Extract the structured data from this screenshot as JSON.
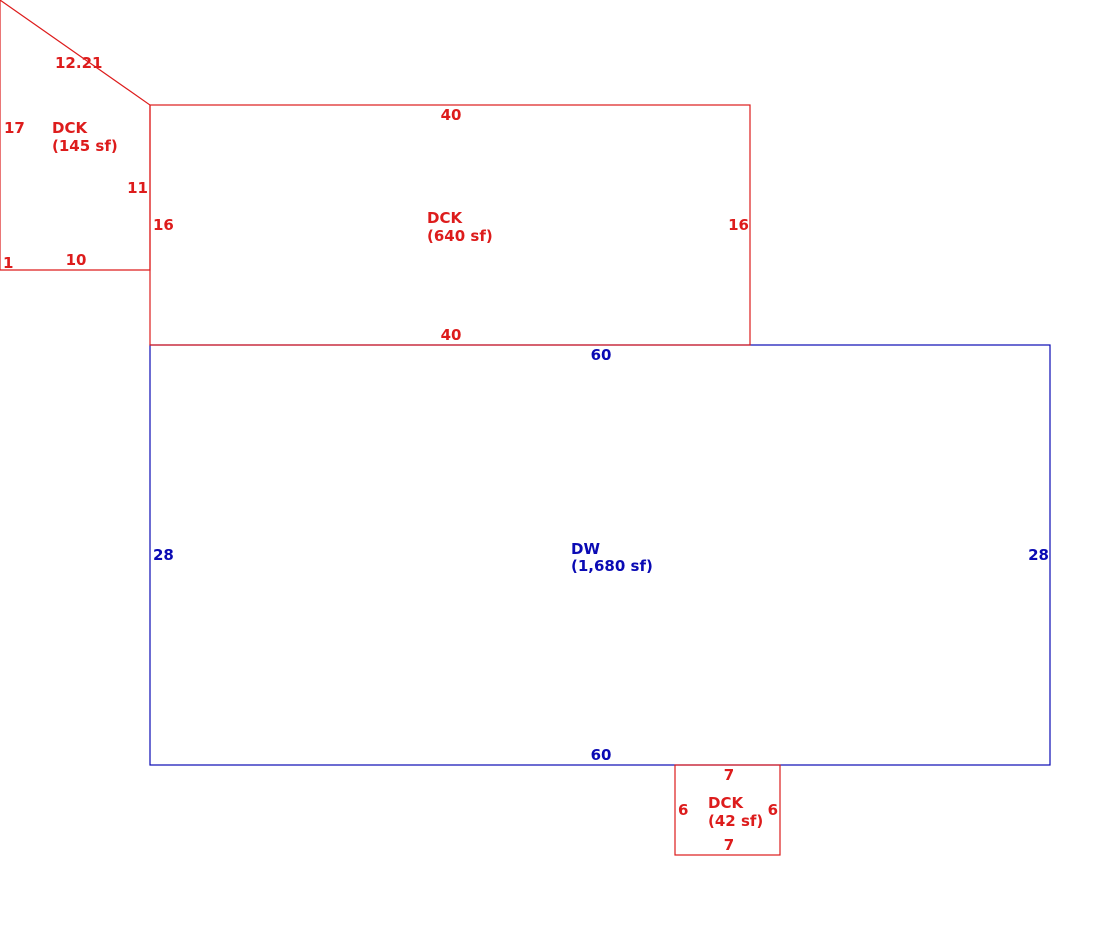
{
  "colors": {
    "deck": "#dd1c1c",
    "dwelling": "#0a0ab4"
  },
  "areas": {
    "deck_wedge": {
      "name": "DCK",
      "area": "(145 sf)",
      "dims": {
        "top": "12.21",
        "left": "17",
        "right": "11",
        "bottom": "10",
        "corner": "1"
      }
    },
    "deck_main": {
      "name": "DCK",
      "area": "(640 sf)",
      "dims": {
        "top": "40",
        "bottom": "40",
        "left": "16",
        "right": "16"
      }
    },
    "dwelling": {
      "name": "DW",
      "area": "(1,680 sf)",
      "dims": {
        "top": "60",
        "bottom": "60",
        "left": "28",
        "right": "28"
      }
    },
    "deck_small": {
      "name": "DCK",
      "area": "(42 sf)",
      "dims": {
        "top": "7",
        "bottom": "7",
        "left": "6",
        "right": "6"
      }
    }
  }
}
